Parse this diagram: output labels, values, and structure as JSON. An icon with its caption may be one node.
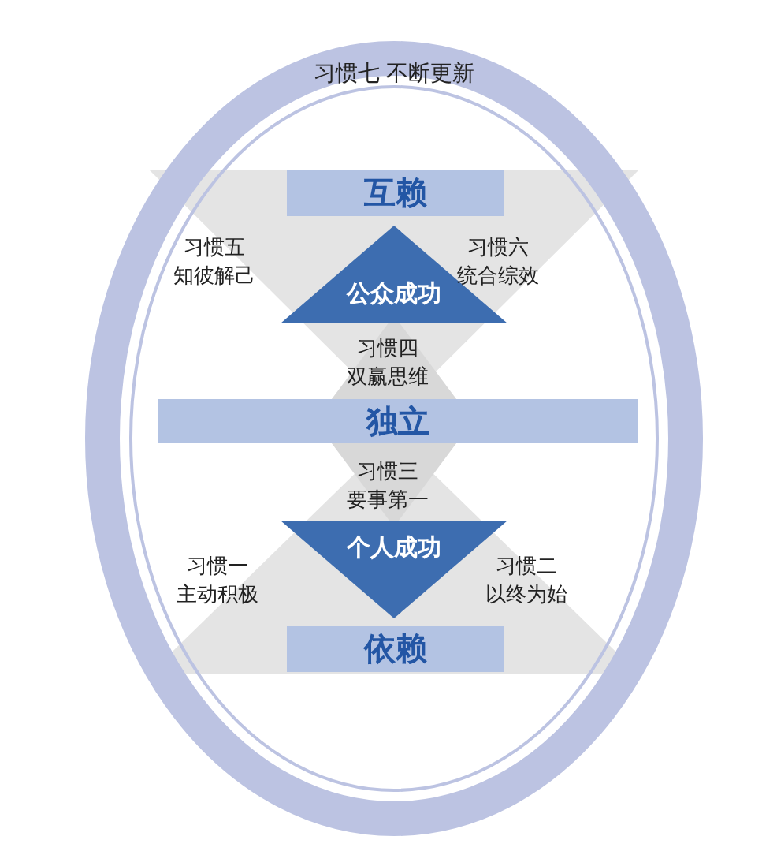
{
  "diagram": {
    "nodes": [
      {
        "text": [
          "习惯七 不断更新"
        ]
      },
      {
        "text": [
          "互赖"
        ],
        "in": 0
      },
      {
        "text": [
          "公众成功"
        ],
        "in": 0
      },
      {
        "text": [
          "独立"
        ],
        "in": 0
      },
      {
        "text": [
          "个人成功"
        ],
        "in": 0
      },
      {
        "text": [
          "依赖"
        ],
        "in": 0
      }
    ],
    "edges": [],
    "labels": [
      "习惯五",
      "知彼解己",
      "习惯六",
      "统合综效",
      "习惯四",
      "双赢思维",
      "习惯三",
      "要事第一",
      "习惯一",
      "主动积极",
      "习惯二",
      "以终为始"
    ]
  }
}
